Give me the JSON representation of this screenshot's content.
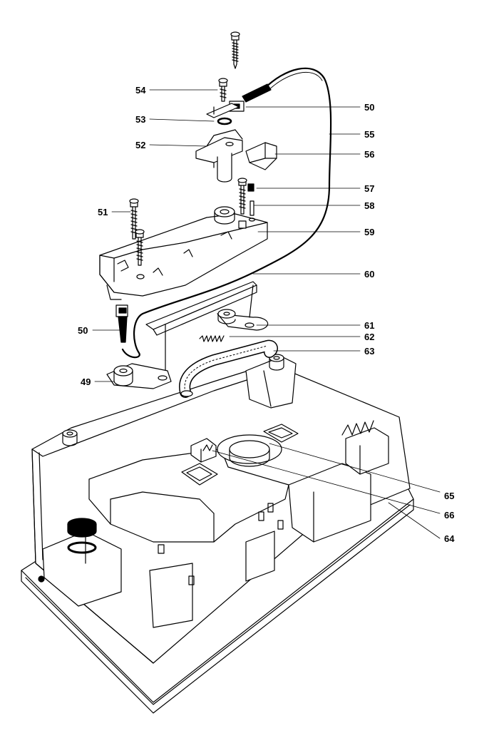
{
  "callouts": {
    "c54": "54",
    "c53": "53",
    "c52": "52",
    "c50a": "50",
    "c55": "55",
    "c56": "56",
    "c57": "57",
    "c58": "58",
    "c51": "51",
    "c59": "59",
    "c60": "60",
    "c50b": "50",
    "c61": "61",
    "c62": "62",
    "c63": "63",
    "c49": "49",
    "c65": "65",
    "c66": "66",
    "c64": "64"
  }
}
